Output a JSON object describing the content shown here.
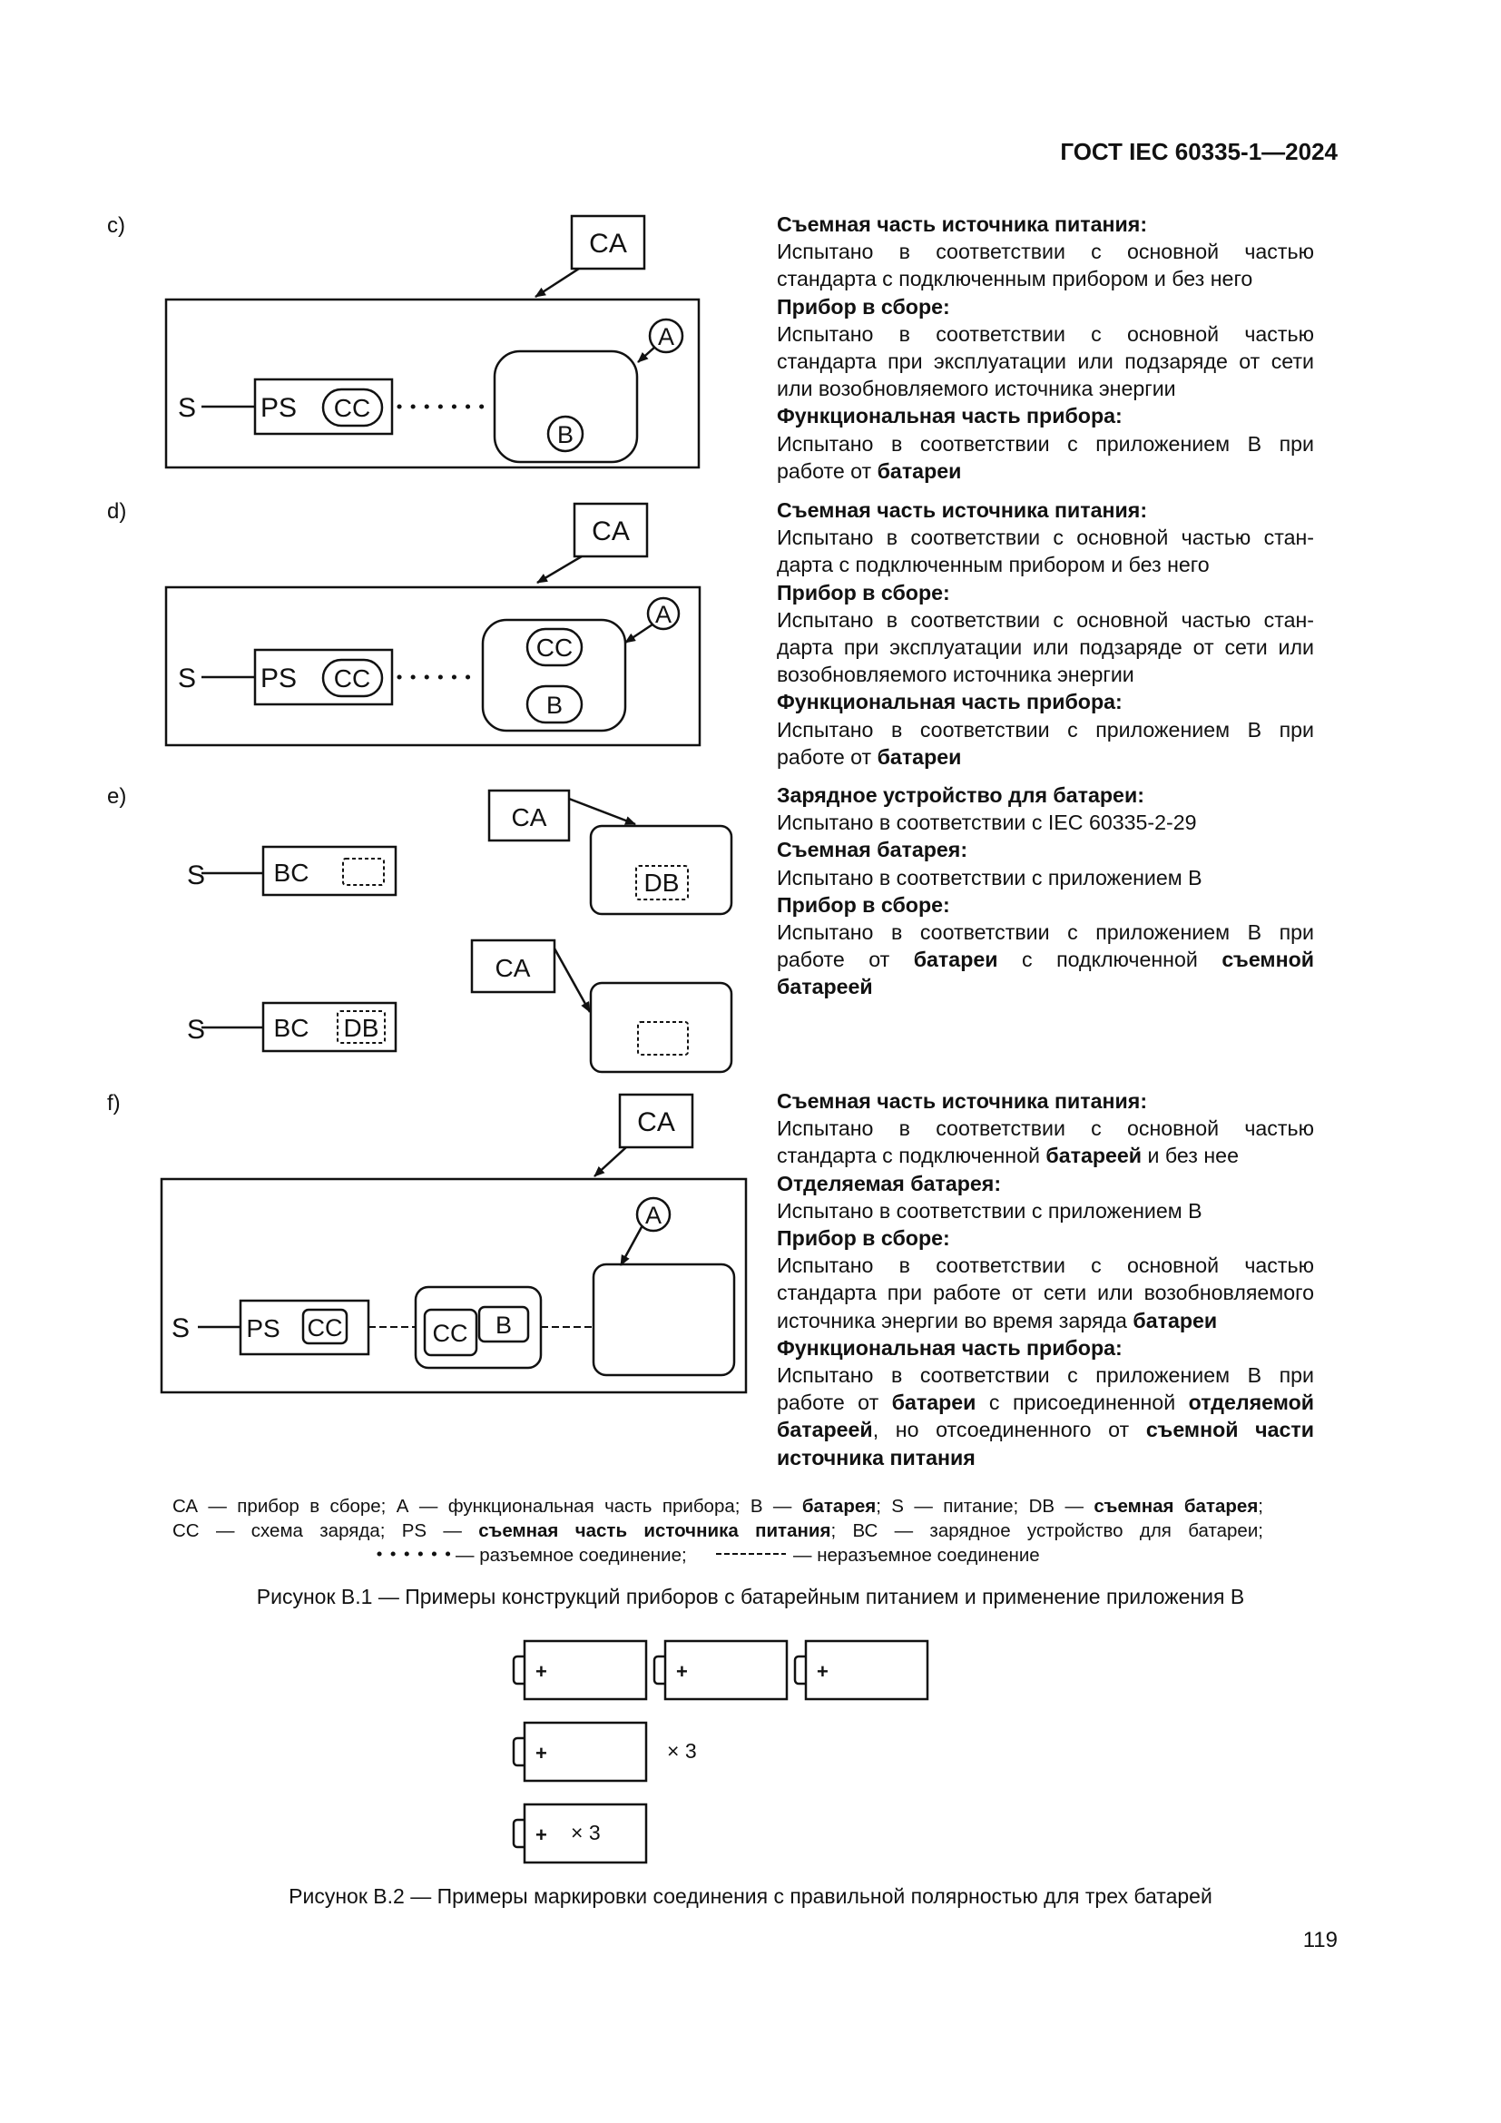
{
  "header": {
    "standard": "ГОСТ IEC 60335-1—2024"
  },
  "blocks": [
    {
      "label": "c)",
      "paragraphs": [
        {
          "parts": [
            {
              "t": "Съемная часть источника питания:",
              "b": true
            }
          ]
        },
        {
          "parts": [
            {
              "t": "Испытано в соответствии с основной частью стандарта с подключенным прибором и без него"
            }
          ]
        },
        {
          "parts": [
            {
              "t": "Прибор в сборе:",
              "b": true
            }
          ]
        },
        {
          "parts": [
            {
              "t": "Испытано в соответствии с основной частью стандарта при эксплуатации или подзаряде от сети или возобновляемого источника энергии"
            }
          ]
        },
        {
          "parts": [
            {
              "t": "Функциональная часть прибора:",
              "b": true
            }
          ]
        },
        {
          "parts": [
            {
              "t": "Испытано в соответствии с приложением В при работе от "
            },
            {
              "t": "батареи",
              "b": true
            }
          ]
        }
      ]
    },
    {
      "label": "d)",
      "paragraphs": [
        {
          "parts": [
            {
              "t": "Съемная часть источника питания:",
              "b": true
            }
          ]
        },
        {
          "parts": [
            {
              "t": "Испытано в соответствии с основной частью стан­дарта с подключенным прибором и без него"
            }
          ]
        },
        {
          "parts": [
            {
              "t": "Прибор в сборе:",
              "b": true
            }
          ]
        },
        {
          "parts": [
            {
              "t": "Испытано в соответствии с основной частью стан­дарта при эксплуатации или подзаряде от сети или возобновляемого источника энергии"
            }
          ]
        },
        {
          "parts": [
            {
              "t": "Функциональная часть прибора:",
              "b": true
            }
          ]
        },
        {
          "parts": [
            {
              "t": "Испытано в соответствии с приложением В при работе от "
            },
            {
              "t": "батареи",
              "b": true
            }
          ]
        }
      ]
    },
    {
      "label": "e)",
      "paragraphs": [
        {
          "parts": [
            {
              "t": "Зарядное устройство для батареи:",
              "b": true
            }
          ]
        },
        {
          "parts": [
            {
              "t": "Испытано в соответствии с IEC 60335-2-29"
            }
          ]
        },
        {
          "parts": [
            {
              "t": "Съемная батарея:",
              "b": true
            }
          ]
        },
        {
          "parts": [
            {
              "t": "Испытано в соответствии с приложением В"
            }
          ]
        },
        {
          "parts": [
            {
              "t": "Прибор в сборе:",
              "b": true
            }
          ]
        },
        {
          "parts": [
            {
              "t": "Испытано в соответствии с приложением В при работе от "
            },
            {
              "t": "батареи",
              "b": true
            },
            {
              "t": " с подключенной "
            },
            {
              "t": "съемной батареей",
              "b": true
            }
          ]
        }
      ]
    },
    {
      "label": "f)",
      "paragraphs": [
        {
          "parts": [
            {
              "t": "Съемная часть источника питания:",
              "b": true
            }
          ]
        },
        {
          "parts": [
            {
              "t": "Испытано в соответствии с основной частью стандарта с подключенной "
            },
            {
              "t": "батареей",
              "b": true
            },
            {
              "t": " и без нее"
            }
          ]
        },
        {
          "parts": [
            {
              "t": "Отделяемая батарея:",
              "b": true
            }
          ]
        },
        {
          "parts": [
            {
              "t": "Испытано в соответствии с приложением В"
            }
          ]
        },
        {
          "parts": [
            {
              "t": "Прибор в сборе:",
              "b": true
            }
          ]
        },
        {
          "parts": [
            {
              "t": "Испытано в соответствии с основной частью стандарта при работе от сети или возобновляемого источника энергии во время заряда "
            },
            {
              "t": "батареи",
              "b": true
            }
          ]
        },
        {
          "parts": [
            {
              "t": "Функциональная часть прибора:",
              "b": true
            }
          ]
        },
        {
          "parts": [
            {
              "t": "Испытано в соответствии с приложением В при работе от "
            },
            {
              "t": "батареи",
              "b": true
            },
            {
              "t": " с присоединенной "
            },
            {
              "t": "отделяемой батареей",
              "b": true
            },
            {
              "t": ", но отсоединенного от "
            },
            {
              "t": "съемной части источника питания",
              "b": true
            }
          ]
        }
      ]
    }
  ],
  "diagram_labels": {
    "ca": "CA",
    "a": "A",
    "b": "B",
    "s": "S",
    "ps": "PS",
    "cc": "CC",
    "bc": "BC",
    "db": "DB"
  },
  "legend": {
    "lines": [
      [
        {
          "t": "СА — прибор в сборе; А — функциональная часть прибора; В — "
        },
        {
          "t": "батарея",
          "b": true
        },
        {
          "t": "; S — питание; DB — "
        },
        {
          "t": "съемная батарея",
          "b": true
        },
        {
          "t": ";"
        }
      ],
      [
        {
          "t": "СС — схема заряда; PS — "
        },
        {
          "t": "съемная часть источника питания",
          "b": true
        },
        {
          "t": "; ВС — зарядное устройство для батареи;"
        }
      ]
    ],
    "pluggable": "— разъемное соединение;",
    "permanent": "— неразъемное соединение"
  },
  "figure_b1_caption": "Рисунок В.1 — Примеры конструкций приборов с батарейным питанием и применение приложения В",
  "figure_b2": {
    "plus": "+",
    "times_three": "× 3",
    "caption": "Рисунок В.2 — Примеры маркировки соединения с правильной полярностью для трех батарей"
  },
  "page_number": "119"
}
